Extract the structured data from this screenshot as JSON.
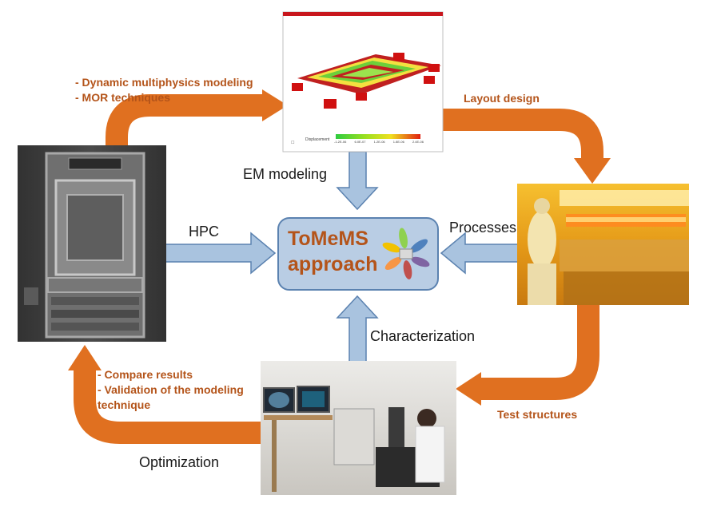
{
  "center": {
    "line1": "ToMeMS",
    "line2": "approach"
  },
  "labels": {
    "em_modeling": "EM modeling",
    "hpc": "HPC",
    "processes": "Processes",
    "characterization": "Characterization",
    "optimization": "Optimization"
  },
  "notes": {
    "top_left": [
      "- Dynamic multiphysics modeling",
      "- MOR techniques"
    ],
    "layout_design": "Layout design",
    "test_structures": "Test structures",
    "bottom_left": [
      "- Compare results",
      "- Validation of the modeling",
      "technique"
    ]
  },
  "sim_window": {
    "legend_label": "Displacement",
    "ticks": [
      "-1.2E-06",
      "6.0E-07",
      "1.2E-06",
      "1.8E-06",
      "2.4E-06"
    ]
  },
  "colors": {
    "orange_arrow": "#e07020",
    "blue_arrow": "#a9c3df",
    "blue_border": "#5b82b0",
    "center_fill": "#b9cde4",
    "center_text": "#b4541a",
    "label_orange": "#b4541a"
  }
}
